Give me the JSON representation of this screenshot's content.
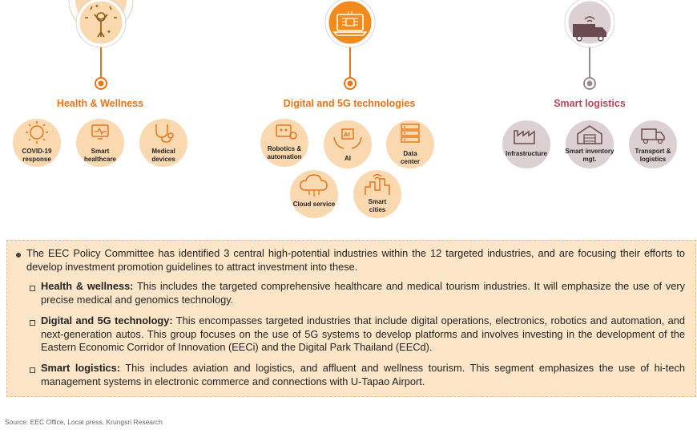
{
  "colors": {
    "health": "#e8741a",
    "digital": "#e8741a",
    "logistics": "#b3485a",
    "health_light": "#fbd9b0",
    "logistics_light": "#dcd0d3",
    "box_bg": "#fde6c8"
  },
  "categories": [
    {
      "title": "Health & Wellness",
      "icon": "wellness-figure-icon",
      "items": [
        {
          "label": "COVID-19\nresponse",
          "icon": "virus-icon"
        },
        {
          "label": "Smart\nhealthcare",
          "icon": "medical-monitor-icon"
        },
        {
          "label": "Medical\ndevices",
          "icon": "stethoscope-icon"
        }
      ]
    },
    {
      "title": "Digital and 5G technologies",
      "icon": "circuit-laptop-icon",
      "items": [
        {
          "label": "Robotics &\nautomation",
          "icon": "robot-gear-icon"
        },
        {
          "label": "AI",
          "icon": "ai-hands-icon"
        },
        {
          "label": "Data\ncenter",
          "icon": "server-rack-icon"
        },
        {
          "label": "Cloud service",
          "icon": "cloud-network-icon"
        },
        {
          "label": "Smart\ncities",
          "icon": "smart-city-icon"
        }
      ]
    },
    {
      "title": "Smart logistics",
      "icon": "delivery-truck-icon",
      "items": [
        {
          "label": "Infrastructure",
          "icon": "factory-icon"
        },
        {
          "label": "Smart inventory\nmgt.",
          "icon": "warehouse-icon"
        },
        {
          "label": "Transport &\nlogistics",
          "icon": "forklift-truck-icon"
        }
      ]
    }
  ],
  "summary": {
    "intro": "The EEC Policy Committee has identified 3 central high-potential industries within the 12 targeted industries, and are focusing their efforts to develop investment promotion guidelines to attract investment into these.",
    "points": [
      {
        "heading": "Health & wellness:",
        "text": " This includes the targeted comprehensive healthcare and medical tourism industries. It will emphasize the use of very precise medical and genomics technology."
      },
      {
        "heading": "Digital and 5G technology:",
        "text": " This encompasses targeted industries that include digital operations, electronics, robotics and automation, and next-generation autos. This group focuses on the use of 5G systems to develop platforms and involves investing in the development of the Eastern Economic Corridor of Innovation (EECi) and the Digital Park Thailand (EECd)."
      },
      {
        "heading": "Smart logistics:",
        "text": " This includes aviation and logistics, and affluent and wellness tourism. This segment emphasizes the use of hi-tech management systems in electronic commerce and connections with U-Tapao Airport."
      }
    ]
  },
  "source": "Source: EEC Office, Local press, Krungsri Research"
}
